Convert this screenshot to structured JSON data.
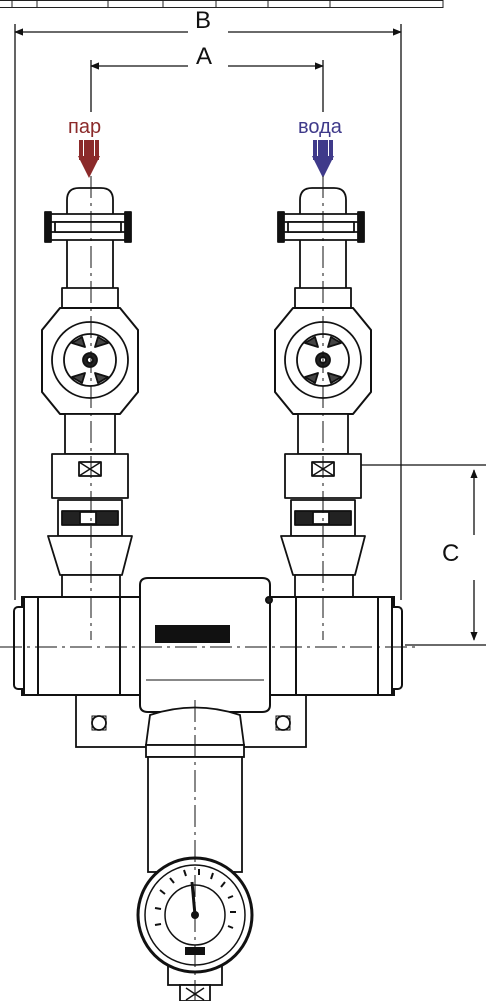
{
  "dimensions": {
    "a": "A",
    "b": "B",
    "c": "C"
  },
  "inlets": {
    "steam": {
      "label": "пар",
      "color": "#8b2a2a"
    },
    "water": {
      "label": "вода",
      "color": "#3f3a8a"
    }
  },
  "nameplate": {
    "brand": "",
    "model": "",
    "left_text": "",
    "right_text": ""
  }
}
